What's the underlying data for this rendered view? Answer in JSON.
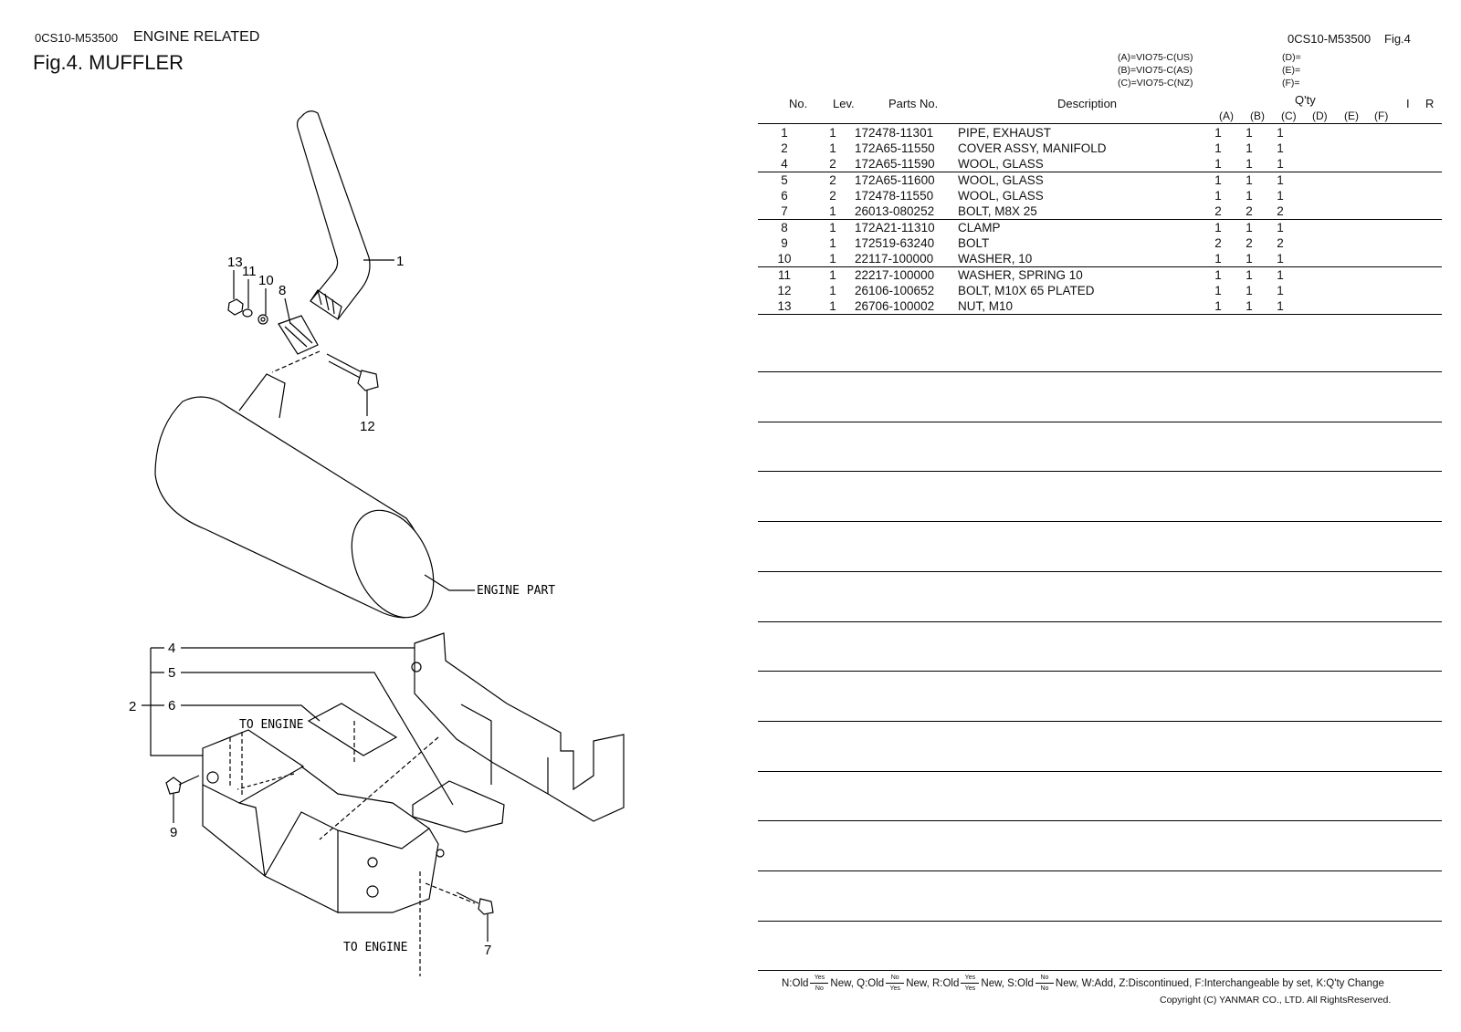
{
  "header": {
    "code_left": "0CS10-M53500",
    "section": "ENGINE RELATED",
    "figure_title": "Fig.4.  MUFFLER",
    "code_right": "0CS10-M53500",
    "fig_right": "Fig.4"
  },
  "models": {
    "a": "(A)=VIO75-C(US)",
    "b": "(B)=VIO75-C(AS)",
    "c": "(C)=VIO75-C(NZ)",
    "d": "(D)=",
    "e": "(E)=",
    "f": "(F)="
  },
  "columns": {
    "no": "No.",
    "lev": "Lev.",
    "parts_no": "Parts No.",
    "description": "Description",
    "qty": "Q'ty",
    "qa": "(A)",
    "qb": "(B)",
    "qc": "(C)",
    "qd": "(D)",
    "qe": "(E)",
    "qf": "(F)",
    "i": "I",
    "r": "R"
  },
  "parts": [
    {
      "no": "1",
      "lev": "1",
      "part_no": "172478-11301",
      "desc": "PIPE, EXHAUST",
      "a": "1",
      "b": "1",
      "c": "1"
    },
    {
      "no": "2",
      "lev": "1",
      "part_no": "172A65-11550",
      "desc": "COVER ASSY, MANIFOLD",
      "a": "1",
      "b": "1",
      "c": "1"
    },
    {
      "no": "4",
      "lev": "2",
      "part_no": "172A65-11590",
      "desc": "WOOL, GLASS",
      "a": "1",
      "b": "1",
      "c": "1"
    },
    {
      "no": "5",
      "lev": "2",
      "part_no": "172A65-11600",
      "desc": "WOOL, GLASS",
      "a": "1",
      "b": "1",
      "c": "1"
    },
    {
      "no": "6",
      "lev": "2",
      "part_no": "172478-11550",
      "desc": "WOOL, GLASS",
      "a": "1",
      "b": "1",
      "c": "1"
    },
    {
      "no": "7",
      "lev": "1",
      "part_no": "26013-080252",
      "desc": "BOLT, M8X 25",
      "a": "2",
      "b": "2",
      "c": "2"
    },
    {
      "no": "8",
      "lev": "1",
      "part_no": "172A21-11310",
      "desc": "CLAMP",
      "a": "1",
      "b": "1",
      "c": "1"
    },
    {
      "no": "9",
      "lev": "1",
      "part_no": "172519-63240",
      "desc": "BOLT",
      "a": "2",
      "b": "2",
      "c": "2"
    },
    {
      "no": "10",
      "lev": "1",
      "part_no": "22117-100000",
      "desc": "WASHER, 10",
      "a": "1",
      "b": "1",
      "c": "1"
    },
    {
      "no": "11",
      "lev": "1",
      "part_no": "22217-100000",
      "desc": "WASHER, SPRING 10",
      "a": "1",
      "b": "1",
      "c": "1"
    },
    {
      "no": "12",
      "lev": "1",
      "part_no": "26106-100652",
      "desc": "BOLT, M10X 65 PLATED",
      "a": "1",
      "b": "1",
      "c": "1"
    },
    {
      "no": "13",
      "lev": "1",
      "part_no": "26706-100002",
      "desc": "NUT, M10",
      "a": "1",
      "b": "1",
      "c": "1"
    }
  ],
  "diagram": {
    "callouts": {
      "c1": "1",
      "c2": "2",
      "c4": "4",
      "c5": "5",
      "c6": "6",
      "c7": "7",
      "c8": "8",
      "c9": "9",
      "c10": "10",
      "c11": "11",
      "c12": "12",
      "c13": "13"
    },
    "engine_part": "ENGINE PART",
    "to_engine_1": "TO ENGINE",
    "to_engine_2": "TO ENGINE"
  },
  "legend": {
    "n_pre": "N:Old",
    "n_top": "Yes",
    "n_bot": "No",
    "n_post": "New, Q:Old",
    "q_top": "No",
    "q_bot": "Yes",
    "q_post": "New, R:Old",
    "r_top": "Yes",
    "r_bot": "Yes",
    "r_post": "New, S:Old",
    "s_top": "No",
    "s_bot": "No",
    "s_post": "New, W:Add, Z:Discontinued, F:Interchangeable by set, K:Q'ty Change"
  },
  "copyright": "Copyright (C)  YANMAR CO., LTD. All RightsReserved."
}
